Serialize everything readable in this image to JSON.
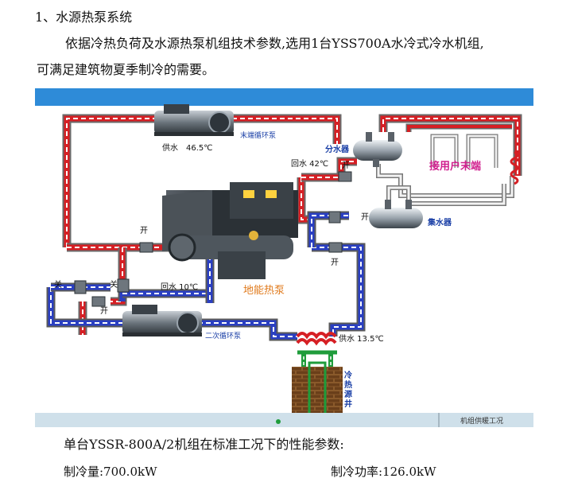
{
  "section": {
    "heading": "1、水源热泵系统",
    "para1": "依据冷热负荷及水源热泵机组技术参数,选用1台YSS700A水冷式冷水机组,",
    "para2": "可满足建筑物夏季制冷的需要。"
  },
  "diagram": {
    "labels": {
      "supply_top": "供水　46.5℃",
      "pump_top": "末端循环泵",
      "return_top": "回水 42℃",
      "splitter": "分水器",
      "collector": "集水器",
      "user_end": "接用户末端",
      "open_1": "开",
      "open_2": "开",
      "open_3": "开",
      "open_4": "开",
      "open_5": "开",
      "close_1": "关",
      "close_2": "关",
      "return_bottom": "回水 10℃",
      "heat_pump": "地能热泵",
      "pump_bottom": "二次循环泵",
      "supply_bottom": "供水 13.5℃",
      "well": "冷热源井",
      "status_bar": "机组供暖工况"
    },
    "colors": {
      "hot_pipe": "#e0282d",
      "cold_pipe": "#2a3fc2",
      "top_bar": "#2e8bd8",
      "label_blue": "#1a3fa6",
      "label_magenta": "#d0208e",
      "label_orange": "#e07a1c"
    }
  },
  "performance": {
    "title": "单台YSSR-800A/2机组在标准工况下的性能参数:",
    "cooling_capacity": "制冷量:700.0kW",
    "cooling_power": "制冷功率:126.0kW"
  }
}
